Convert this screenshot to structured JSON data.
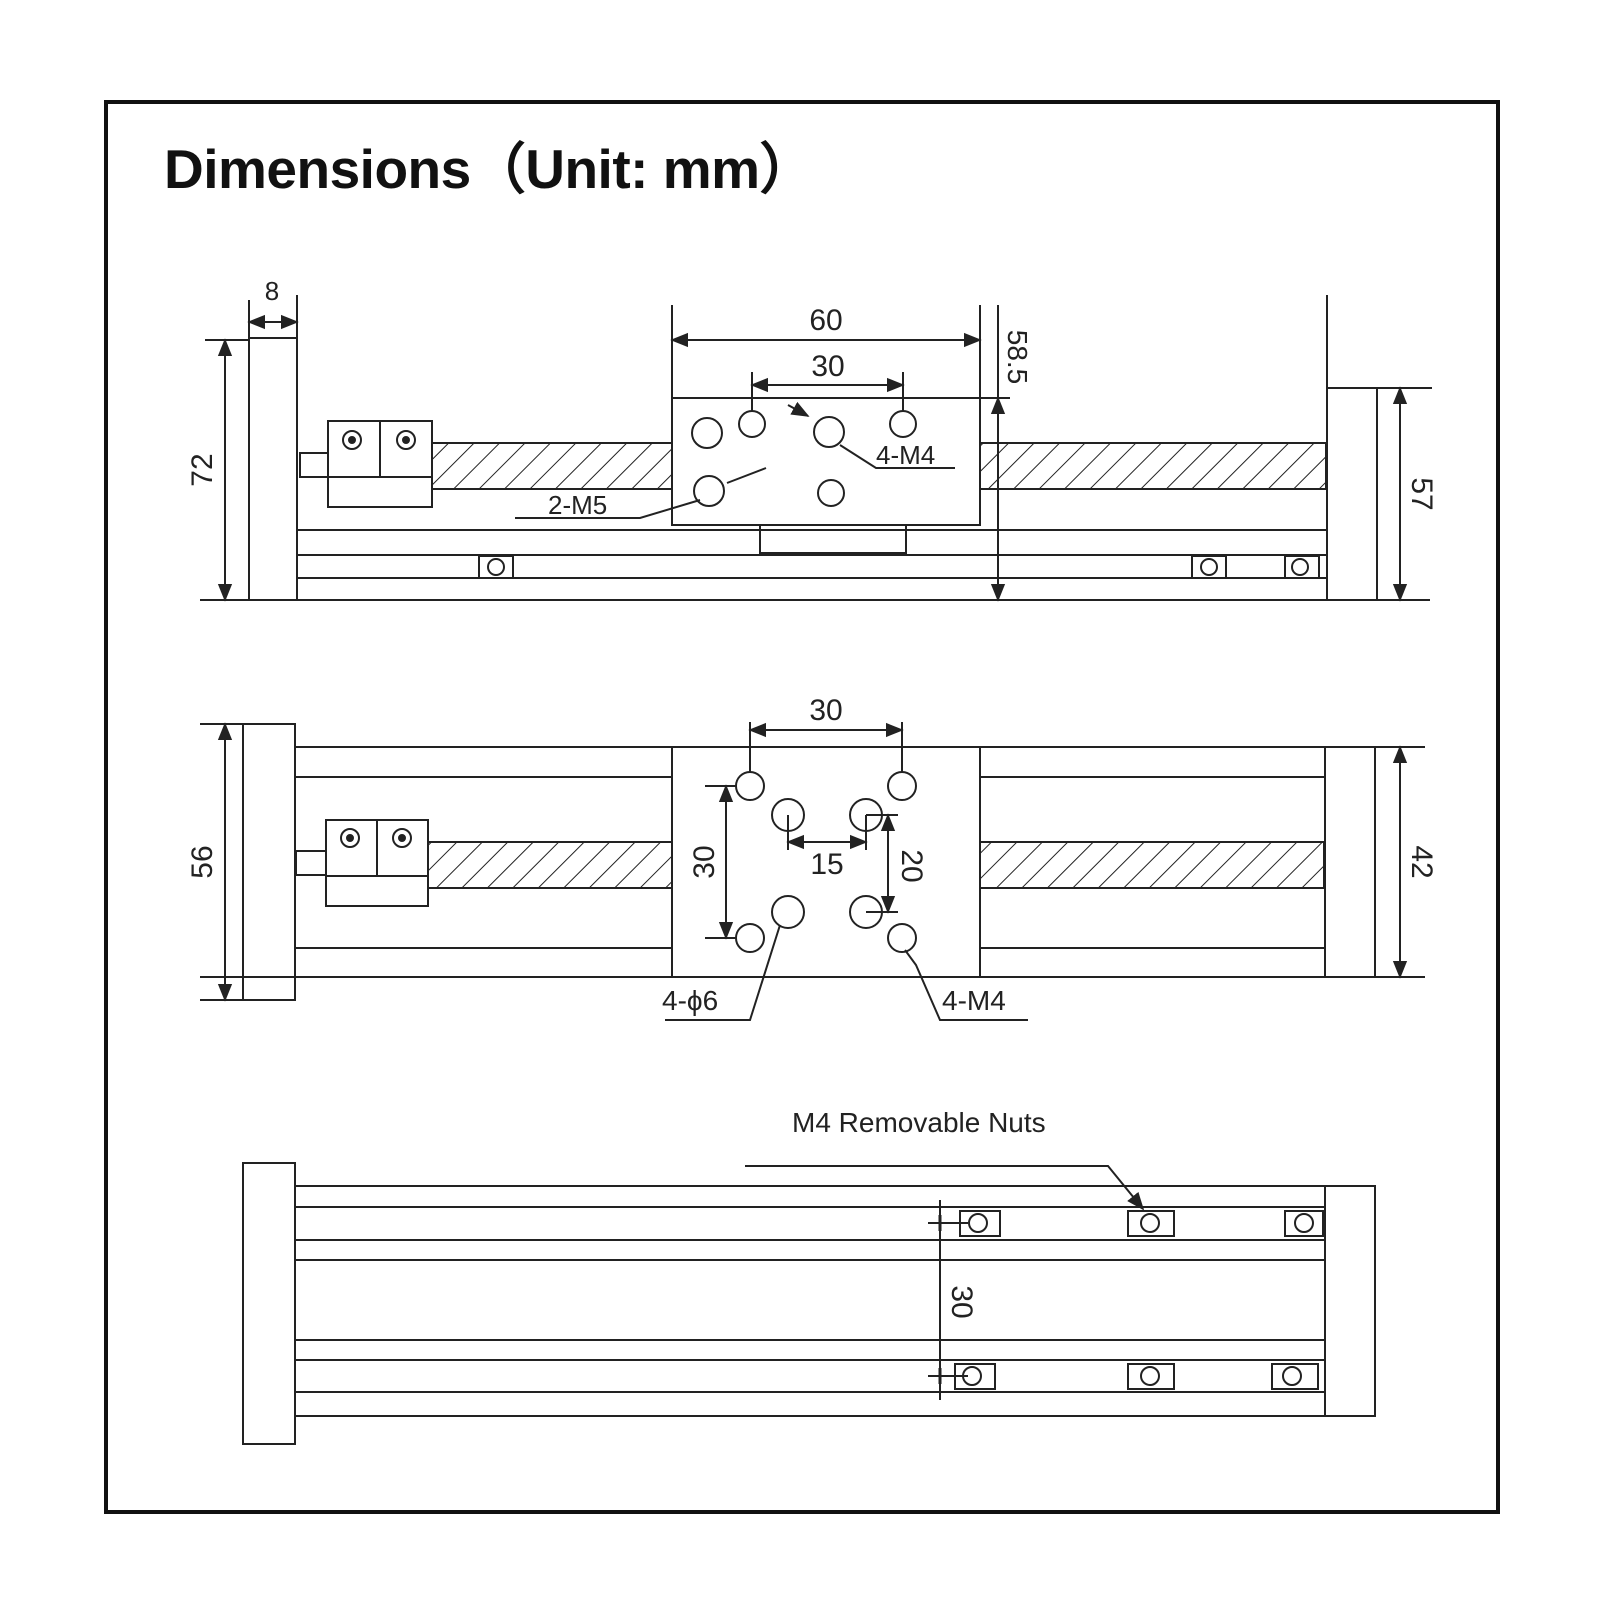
{
  "title": "Dimensions（Unit: mm）",
  "colors": {
    "line": "#222222",
    "background": "#ffffff"
  },
  "side_view": {
    "dim_end_plate_thickness": "8",
    "dim_carriage_length": "60",
    "dim_top_hole_spacing": "30",
    "dim_total_height": "58.5",
    "dim_motor_end_height": "72",
    "dim_far_end_height": "57",
    "label_top_holes": "4-M4",
    "label_side_holes": "2-M5"
  },
  "top_view": {
    "dim_hole_spacing_x": "30",
    "dim_hole_spacing_y": "30",
    "dim_inner_spacing_x": "15",
    "dim_inner_spacing_y": "20",
    "dim_motor_end_width": "56",
    "dim_far_end_width": "42",
    "label_through_holes": "4-ϕ6",
    "label_threaded_holes": "4-M4"
  },
  "bottom_view": {
    "label_nuts": "M4 Removable Nuts",
    "dim_nut_spacing": "30"
  }
}
